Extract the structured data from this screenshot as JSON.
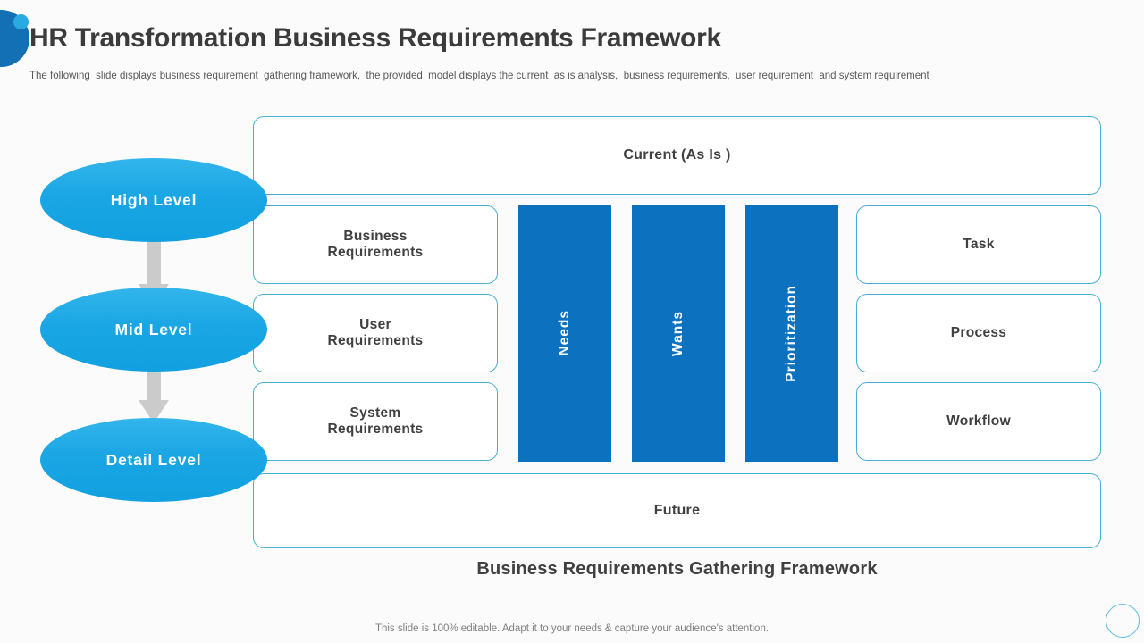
{
  "slide": {
    "title": "HR Transformation Business Requirements Framework",
    "subtitle": "The following  slide displays business requirement  gathering framework,  the provided  model displays the current  as is analysis,  business requirements,  user requirement  and system requirement",
    "caption": "Business Requirements Gathering Framework",
    "footer": "This slide is 100% editable. Adapt it to your needs & capture your audience's attention."
  },
  "diagram": {
    "top_box": "Current (As Is )",
    "bottom_box": "Future",
    "levels": [
      {
        "label": "High Level"
      },
      {
        "label": "Mid Level"
      },
      {
        "label": "Detail Level"
      }
    ],
    "left_boxes": [
      "Business\nRequirements",
      "User\nRequirements",
      "System\nRequirements"
    ],
    "bars": [
      "Needs",
      "Wants",
      "Prioritization"
    ],
    "right_boxes": [
      "Task",
      "Process",
      "Workflow"
    ]
  },
  "colors": {
    "ellipse_cyan": "#1BA6E4",
    "bar_blue": "#0C72C0",
    "box_border_blue": "#4AAECF",
    "arrow_gray": "#CBCBCB",
    "title_text": "#3B3B3B",
    "body_text": "#595959",
    "footer_text": "#7F7F7F",
    "deco_dark_blue": "#1470B4",
    "deco_cyan": "#29ABE2"
  }
}
